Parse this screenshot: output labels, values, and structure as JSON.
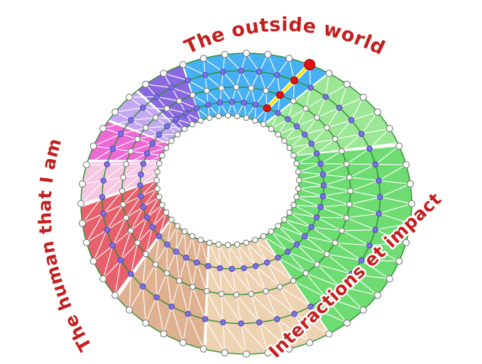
{
  "labels": {
    "top": "The outside world",
    "right": "Interactions et impact",
    "left": "The human that I am",
    "color": "#c41f1f"
  },
  "chart_data": {
    "type": "radial-mesh-wheel",
    "center": [
      347,
      287
    ],
    "outer_rx": 233,
    "outer_ry": 212,
    "ring_fractions": [
      1,
      0.84,
      0.69,
      0.555,
      0.43
    ],
    "hole_offset": [
      -26,
      -33
    ],
    "nodes_per_ring": 48,
    "ring_node_colors": [
      "#ffffff",
      "#7b71e2",
      "#ffffff",
      "#7b71e2",
      "#ffffff"
    ],
    "node_stroke_white": "#6b6b6b",
    "node_stroke_purple": "#4e43b8",
    "sectors": [
      {
        "name": "blue",
        "from": 247.5,
        "to": 300,
        "color": "#47b0f2"
      },
      {
        "name": "green-light",
        "from": 300,
        "to": 337.5,
        "color": "#9ce795"
      },
      {
        "name": "green",
        "from": 337.5,
        "to": 420,
        "color": "#6edc72"
      },
      {
        "name": "tan-light",
        "from": 60,
        "to": 105,
        "color": "#eed3b3"
      },
      {
        "name": "tan-dark",
        "from": 105,
        "to": 142.5,
        "color": "#dfb191"
      },
      {
        "name": "red",
        "from": 142.5,
        "to": 180,
        "color": "#e6616c"
      },
      {
        "name": "pink-light",
        "from": 180,
        "to": 197,
        "color": "#f6c8e2"
      },
      {
        "name": "magenta",
        "from": 197,
        "to": 214,
        "color": "#ef69d5"
      },
      {
        "name": "violet-light",
        "from": 214,
        "to": 229,
        "color": "#c3a9f1"
      },
      {
        "name": "purple",
        "from": 229,
        "to": 247.5,
        "color": "#8a69e0"
      }
    ],
    "mesh": {
      "line_color": "#ffffff",
      "ring_color": "#2a8f2d"
    },
    "highlight": {
      "angle": 292.5,
      "rings": [
        0,
        1,
        2,
        3
      ],
      "line_color": "#ffe100",
      "casing_color": "#ffffff",
      "node_color": "#e01212",
      "node_stroke": "#990000"
    }
  }
}
